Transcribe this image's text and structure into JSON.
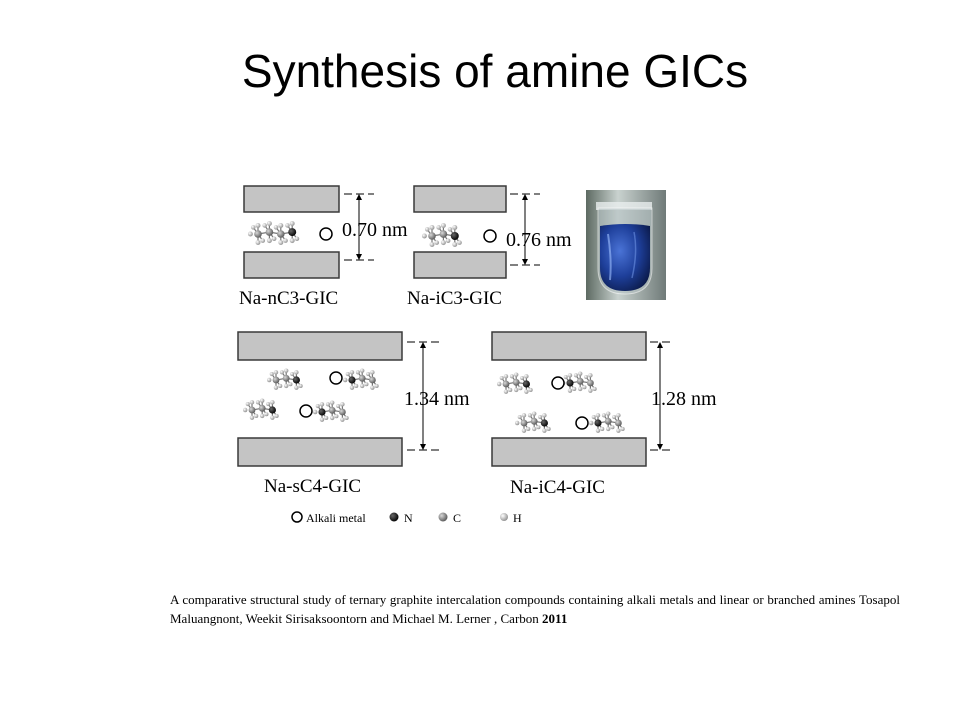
{
  "title": "Synthesis of amine GICs",
  "figure": {
    "panels": [
      {
        "name": "Na-nC3-GIC",
        "spacing": "0.70 nm"
      },
      {
        "name": "Na-iC3-GIC",
        "spacing": "0.76 nm"
      },
      {
        "name": "Na-sC4-GIC",
        "spacing": "1.34 nm"
      },
      {
        "name": "Na-iC4-GIC",
        "spacing": "1.28 nm"
      }
    ],
    "legend": {
      "alkali": "Alkali metal",
      "n": "N",
      "c": "C",
      "h": "H"
    },
    "colors": {
      "graphite_fill": "#c4c4c4",
      "graphite_stroke": "#3a3a3a",
      "vial_liquid": "#1e3f9a"
    }
  },
  "citation": {
    "text": "A comparative structural study of ternary graphite intercalation compounds containing alkali metals and linear or branched amines Tosapol Maluangnont, Weekit Sirisaksoontorn and Michael M. Lerner , Carbon",
    "year": "2011"
  }
}
